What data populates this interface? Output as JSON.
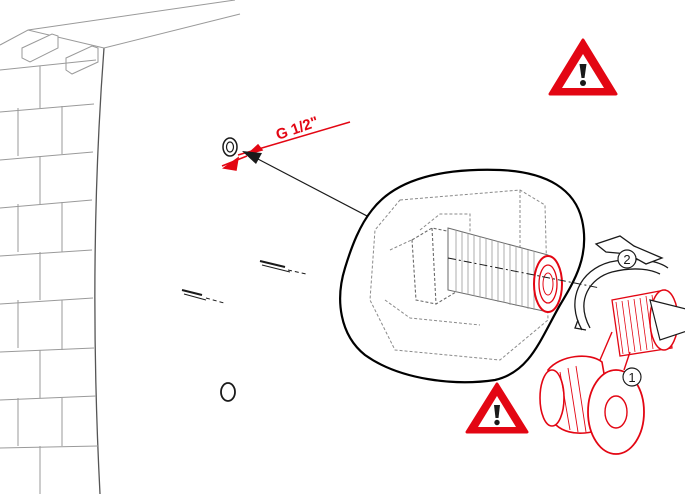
{
  "dimension_label": "G 1/2\"",
  "step_labels": [
    "1",
    "2"
  ],
  "colors": {
    "accent": "#e30613",
    "line": "#1a1a1a",
    "light_line": "#9a9a9a",
    "background": "#ffffff"
  },
  "icons": [
    "warning-icon",
    "warning-icon"
  ]
}
